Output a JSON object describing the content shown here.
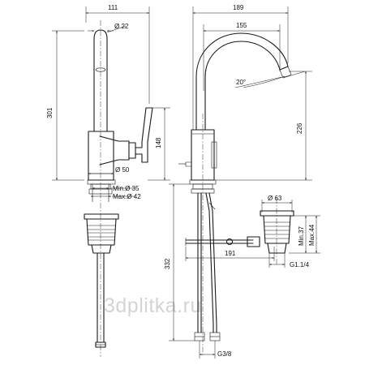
{
  "dimensions": {
    "top_width_left": "111",
    "spout_diameter": "Ø 22",
    "overall_height": "301",
    "lever_height": "148",
    "body_diameter": "Ø 50",
    "min_diameter": "Min.Ø 35",
    "max_diameter": "Max.Ø 42",
    "top_width_right": "189",
    "reach": "155",
    "angle": "20°",
    "spout_height": "226",
    "waste_diameter": "Ø 63",
    "min_height": "Min.37",
    "max_height": "Max.44",
    "rod_length": "191",
    "hose_length": "332",
    "thread_waste": "G1.1/4",
    "thread_hose": "G3/8"
  },
  "watermark": "3dplitka.ru"
}
